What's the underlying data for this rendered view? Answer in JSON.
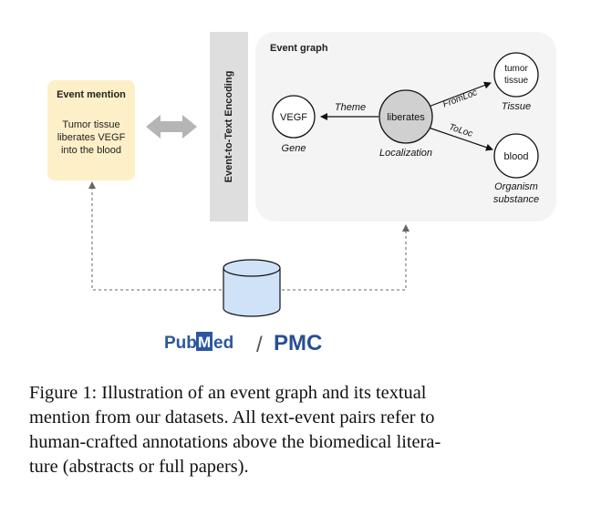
{
  "event_mention": {
    "title": "Event mention",
    "text_lines": [
      "Tumor tissue",
      "liberates VEGF",
      "into the blood"
    ]
  },
  "encoding": {
    "label": "Event-to-Text Encoding"
  },
  "event_graph": {
    "title": "Event graph",
    "nodes": {
      "trigger": {
        "label": "liberates",
        "type": "Localization"
      },
      "theme": {
        "label": "VEGF",
        "type": "Gene"
      },
      "from": {
        "label_lines": [
          "tumor",
          "tissue"
        ],
        "type": "Tissue"
      },
      "to": {
        "label": "blood",
        "type_lines": [
          "Organism",
          "substance"
        ]
      }
    },
    "edges": {
      "theme": "Theme",
      "from": "FromLoc",
      "to": "ToLoc"
    }
  },
  "sources": {
    "pubmed": "PubMed",
    "separator": "/",
    "pmc": "PMC"
  },
  "caption": {
    "lines": [
      "Figure 1: Illustration of an event graph and its textual",
      "mention from our datasets. All text-event pairs refer to",
      "human-crafted annotations above the biomedical litera-",
      "ture (abstracts or full papers)."
    ]
  },
  "colors": {
    "mention_bg": "#fdefc7",
    "encoding_bg": "#dedede",
    "graph_bg": "#f4f4f4",
    "trigger_node": "#d0d0d0",
    "arrow_gray": "#b5b5b5",
    "database": "#cfe2f7",
    "pubmed_blue": "#2b57a0",
    "pmc_blue": "#28508f"
  }
}
